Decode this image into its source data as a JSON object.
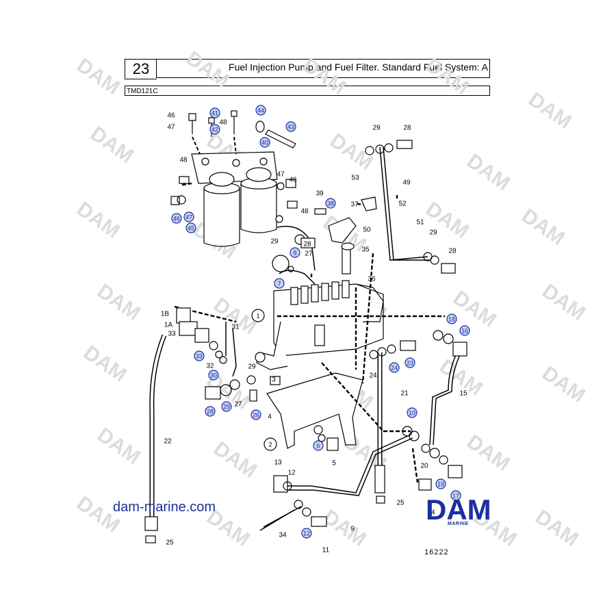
{
  "header": {
    "section_number": "23",
    "title": "Fuel Injection Pump and Fuel Filter. Standard Fuel System: A",
    "model": "TMD121C"
  },
  "website": "dam-marine.com",
  "logo": {
    "text": "DAM",
    "subtext": "MARINE",
    "color": "#1a2fa0"
  },
  "watermark": {
    "text": "DAM",
    "color": "#d9d9d9"
  },
  "drawing_number": "16222",
  "callouts": [
    {
      "label": "46",
      "style": "plain"
    },
    {
      "label": "47",
      "style": "plain"
    },
    {
      "label": "41",
      "style": "circled"
    },
    {
      "label": "48",
      "style": "plain"
    },
    {
      "label": "42",
      "style": "circled"
    },
    {
      "label": "44",
      "style": "circled"
    },
    {
      "label": "43",
      "style": "circled"
    },
    {
      "label": "40",
      "style": "circled"
    },
    {
      "label": "48",
      "style": "plain"
    },
    {
      "label": "47",
      "style": "plain"
    },
    {
      "label": "46",
      "style": "plain"
    },
    {
      "label": "48",
      "style": "plain"
    },
    {
      "label": "46",
      "style": "circled"
    },
    {
      "label": "47",
      "style": "circled"
    },
    {
      "label": "45",
      "style": "circled"
    },
    {
      "label": "29",
      "style": "plain"
    },
    {
      "label": "28",
      "style": "plain"
    },
    {
      "label": "27",
      "style": "plain"
    },
    {
      "label": "8",
      "style": "circled"
    },
    {
      "label": "7",
      "style": "circled"
    },
    {
      "label": "29",
      "style": "plain"
    },
    {
      "label": "28",
      "style": "plain"
    },
    {
      "label": "49",
      "style": "plain"
    },
    {
      "label": "53",
      "style": "plain"
    },
    {
      "label": "37",
      "style": "plain"
    },
    {
      "label": "39",
      "style": "plain"
    },
    {
      "label": "38",
      "style": "circled"
    },
    {
      "label": "52",
      "style": "plain"
    },
    {
      "label": "50",
      "style": "plain"
    },
    {
      "label": "51",
      "style": "plain"
    },
    {
      "label": "29",
      "style": "plain"
    },
    {
      "label": "28",
      "style": "plain"
    },
    {
      "label": "35",
      "style": "plain"
    },
    {
      "label": "36",
      "style": "plain"
    },
    {
      "label": "1",
      "style": "ring"
    },
    {
      "label": "1B",
      "style": "plain"
    },
    {
      "label": "1A",
      "style": "plain"
    },
    {
      "label": "33",
      "style": "plain"
    },
    {
      "label": "31",
      "style": "plain"
    },
    {
      "label": "33",
      "style": "circled"
    },
    {
      "label": "32",
      "style": "plain"
    },
    {
      "label": "30",
      "style": "circled"
    },
    {
      "label": "29",
      "style": "plain"
    },
    {
      "label": "3",
      "style": "plain"
    },
    {
      "label": "29",
      "style": "circled"
    },
    {
      "label": "28",
      "style": "circled"
    },
    {
      "label": "27",
      "style": "plain"
    },
    {
      "label": "26",
      "style": "circled"
    },
    {
      "label": "4",
      "style": "plain"
    },
    {
      "label": "18",
      "style": "circled"
    },
    {
      "label": "16",
      "style": "circled"
    },
    {
      "label": "23",
      "style": "circled"
    },
    {
      "label": "24",
      "style": "circled"
    },
    {
      "label": "24",
      "style": "plain"
    },
    {
      "label": "21",
      "style": "plain"
    },
    {
      "label": "15",
      "style": "plain"
    },
    {
      "label": "2",
      "style": "ring"
    },
    {
      "label": "6",
      "style": "circled"
    },
    {
      "label": "5",
      "style": "plain"
    },
    {
      "label": "10",
      "style": "circled"
    },
    {
      "label": "20",
      "style": "plain"
    },
    {
      "label": "19",
      "style": "circled"
    },
    {
      "label": "17",
      "style": "circled"
    },
    {
      "label": "22",
      "style": "plain"
    },
    {
      "label": "13",
      "style": "plain"
    },
    {
      "label": "12",
      "style": "plain"
    },
    {
      "label": "25",
      "style": "plain"
    },
    {
      "label": "14",
      "style": "plain"
    },
    {
      "label": "12",
      "style": "circled"
    },
    {
      "label": "11",
      "style": "plain"
    },
    {
      "label": "9",
      "style": "plain"
    },
    {
      "label": "34",
      "style": "plain"
    },
    {
      "label": "25",
      "style": "plain"
    }
  ]
}
